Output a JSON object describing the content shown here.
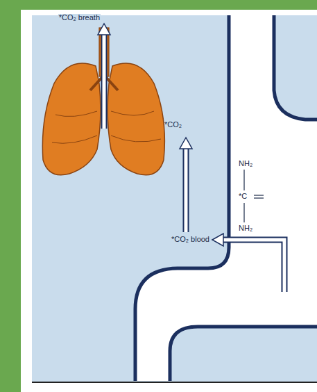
{
  "diagram": {
    "labels": [
      "*CO₂ breath",
      "*CO₂",
      "*CO₂ blood",
      "NH₂",
      "*C",
      "NH₂"
    ]
  }
}
